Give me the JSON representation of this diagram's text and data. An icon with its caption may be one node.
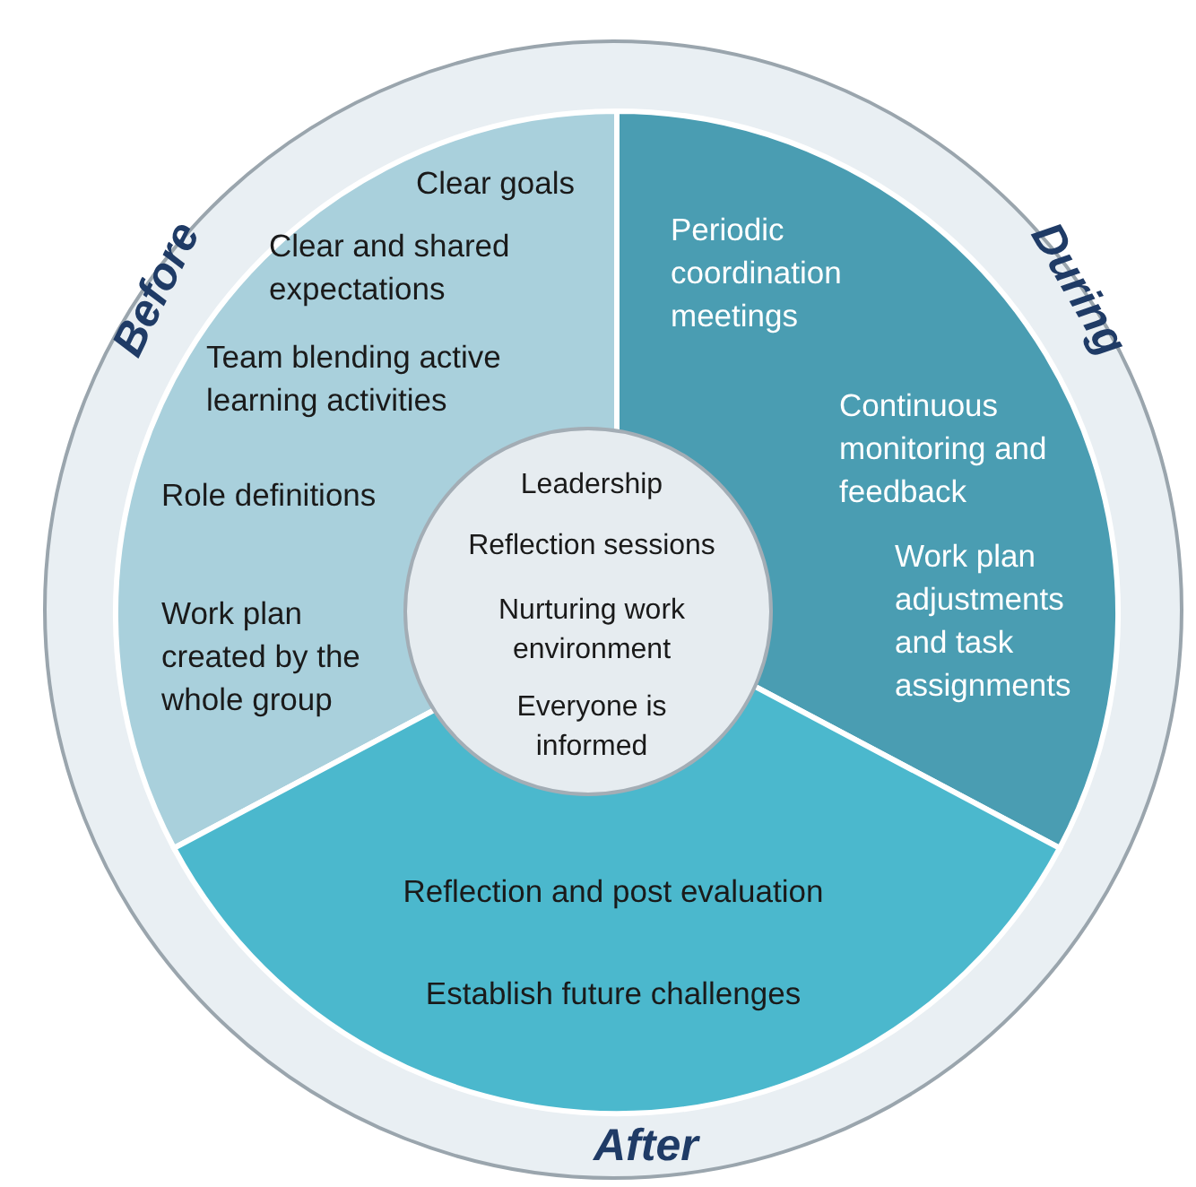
{
  "diagram": {
    "nodes": [
      {
        "text": [
          "Before",
          "During",
          "After"
        ]
      },
      {
        "text": [
          "Clear goals",
          "Clear and shared expectations",
          "Team blending active learning activities",
          "Role definitions",
          "Work plan created by the whole group"
        ],
        "in": 0
      },
      {
        "text": [
          "Periodic coordination meetings",
          "Continuous monitoring and feedback",
          "Work plan adjustments and task assignments"
        ],
        "in": 0
      },
      {
        "text": [
          "Reflection and post evaluation",
          "Establish future challenges"
        ],
        "in": 0
      },
      {
        "text": [
          "Leadership",
          "Reflection sessions",
          "Nurturing work environment",
          "Everyone is informed"
        ],
        "in": 0
      }
    ]
  }
}
